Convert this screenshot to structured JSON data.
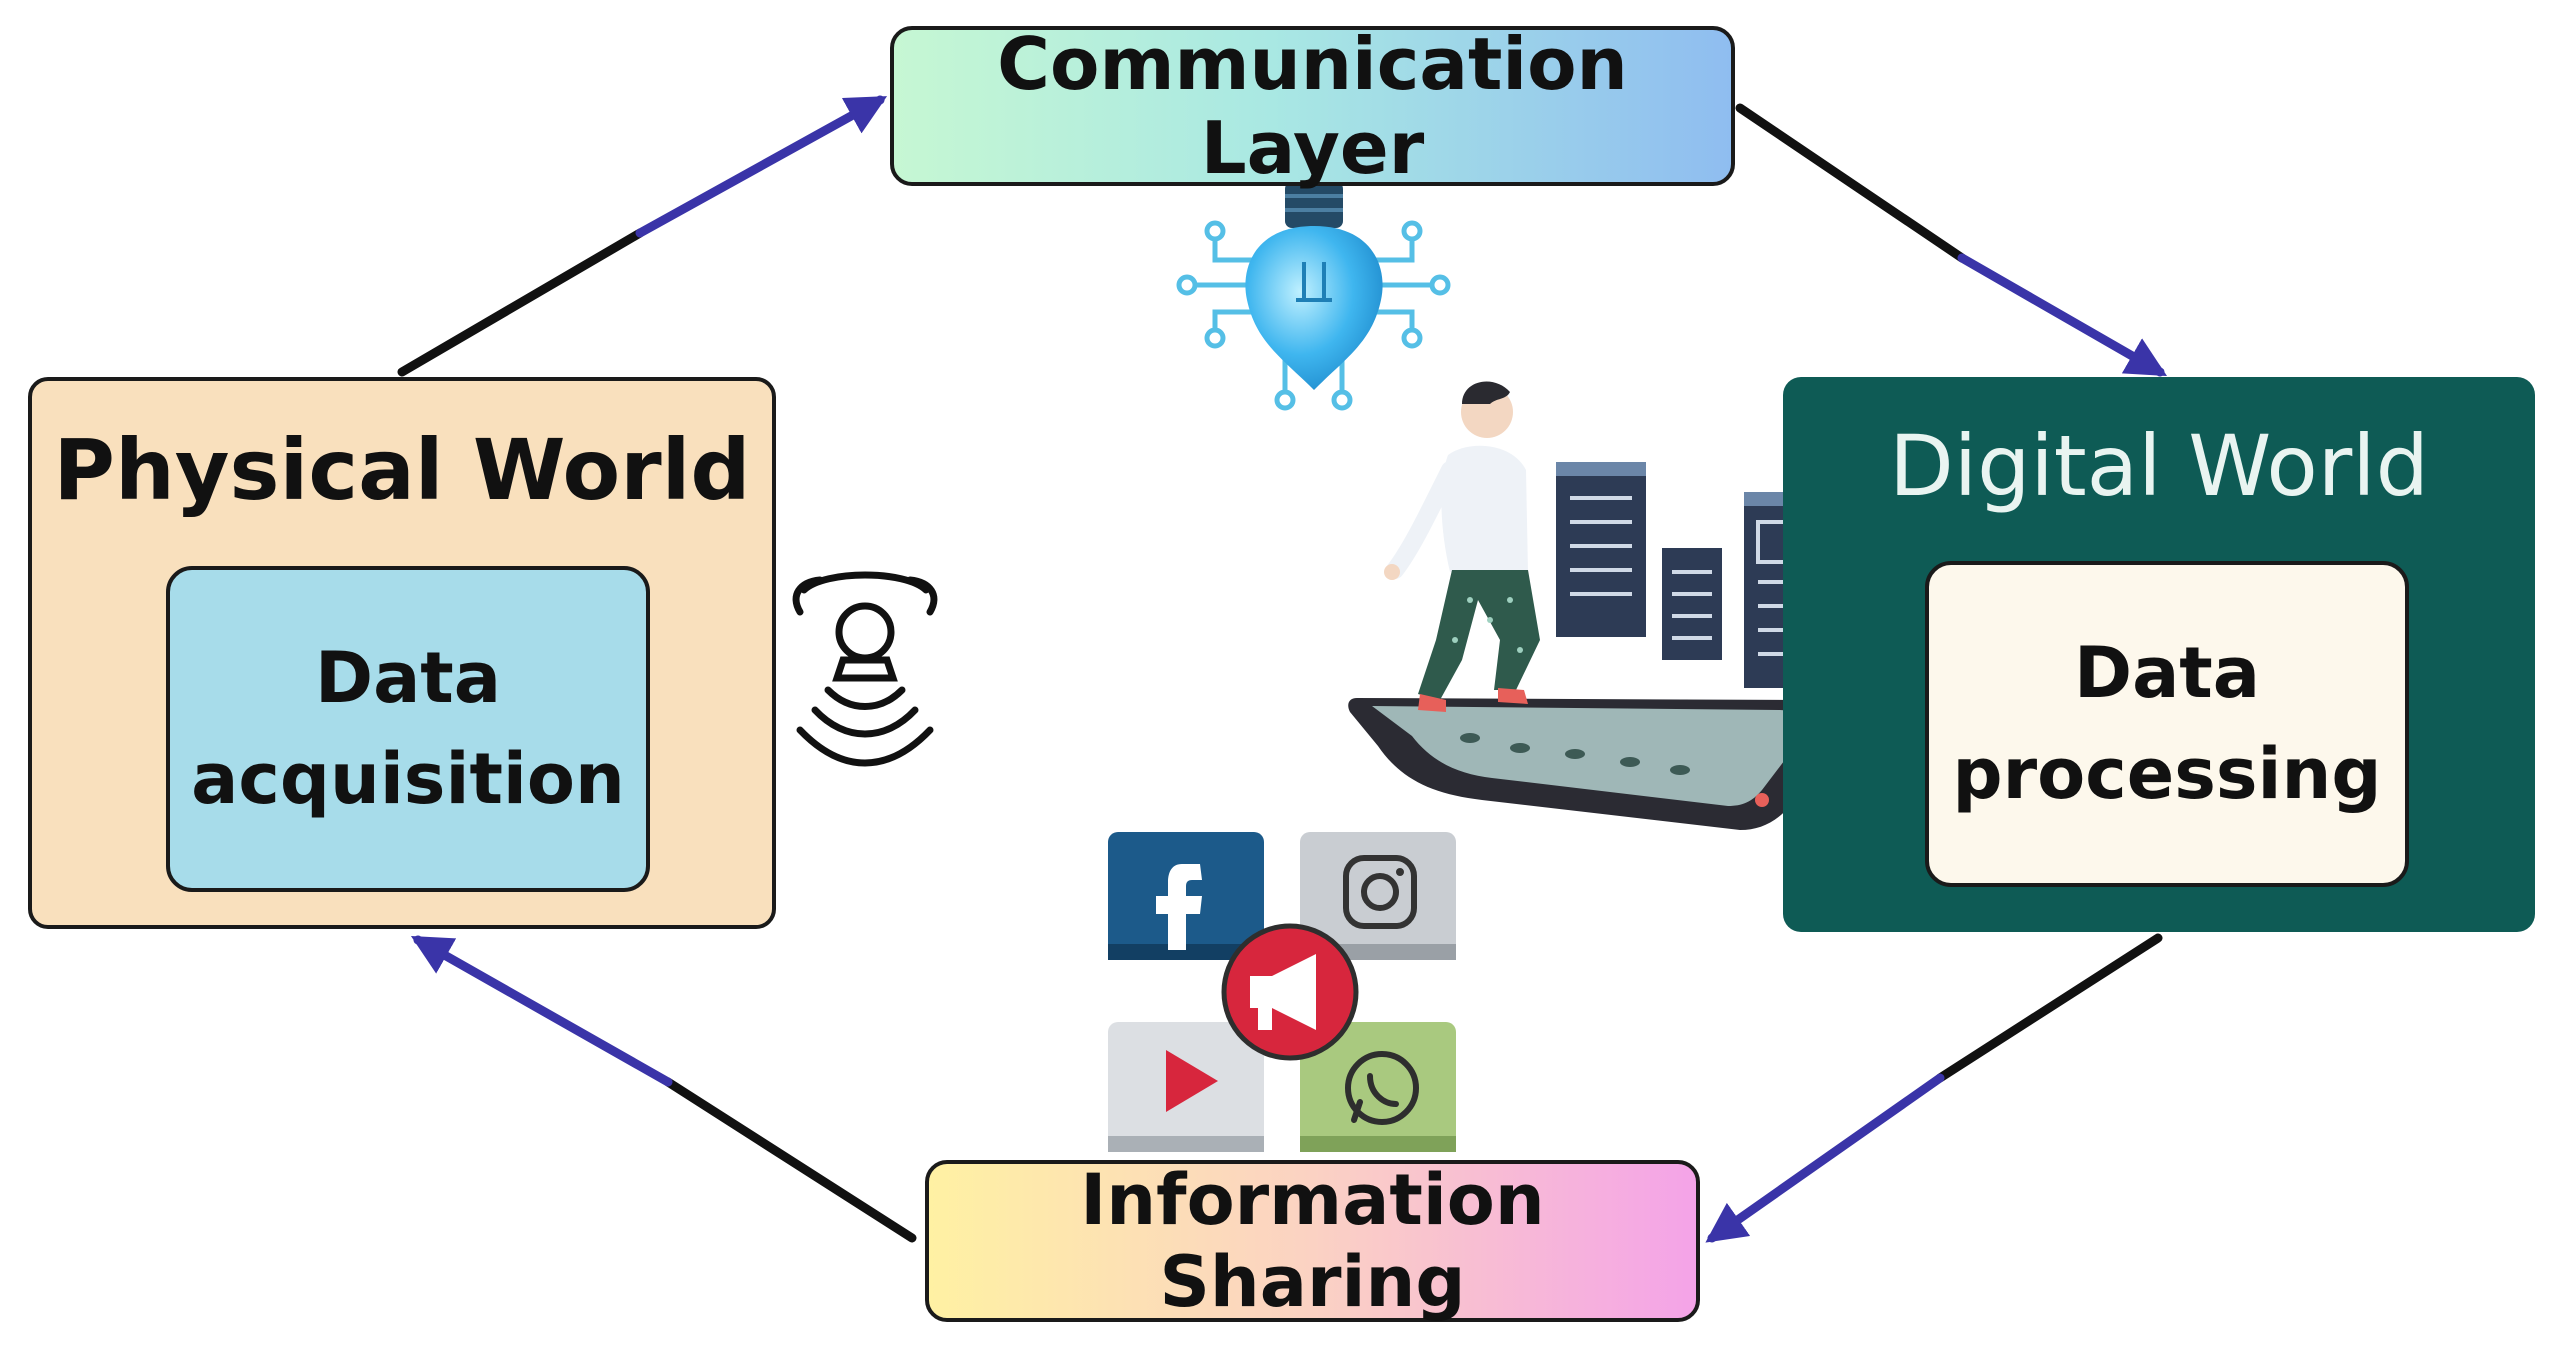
{
  "nodes": {
    "communication": {
      "label": "Communication Layer"
    },
    "physical": {
      "title": "Physical World",
      "inner": "Data\nacquisition"
    },
    "digital": {
      "title": "Digital World",
      "inner": "Data\nprocessing"
    },
    "sharing": {
      "label": "Information Sharing"
    }
  },
  "icons": [
    "lightbulb-circuit-icon",
    "smart-phone-signal-icon",
    "person-walking-on-phone-illustration",
    "facebook-icon",
    "instagram-icon",
    "megaphone-icon",
    "youtube-icon",
    "whatsapp-icon"
  ],
  "colors": {
    "arrow_blue": "#3a34a8",
    "line_black": "#111111",
    "physical_fill": "#f9e0bd",
    "acquisition_fill": "#a7dcea",
    "digital_fill": "#0e5b55",
    "processing_fill": "#fdf8ec"
  }
}
